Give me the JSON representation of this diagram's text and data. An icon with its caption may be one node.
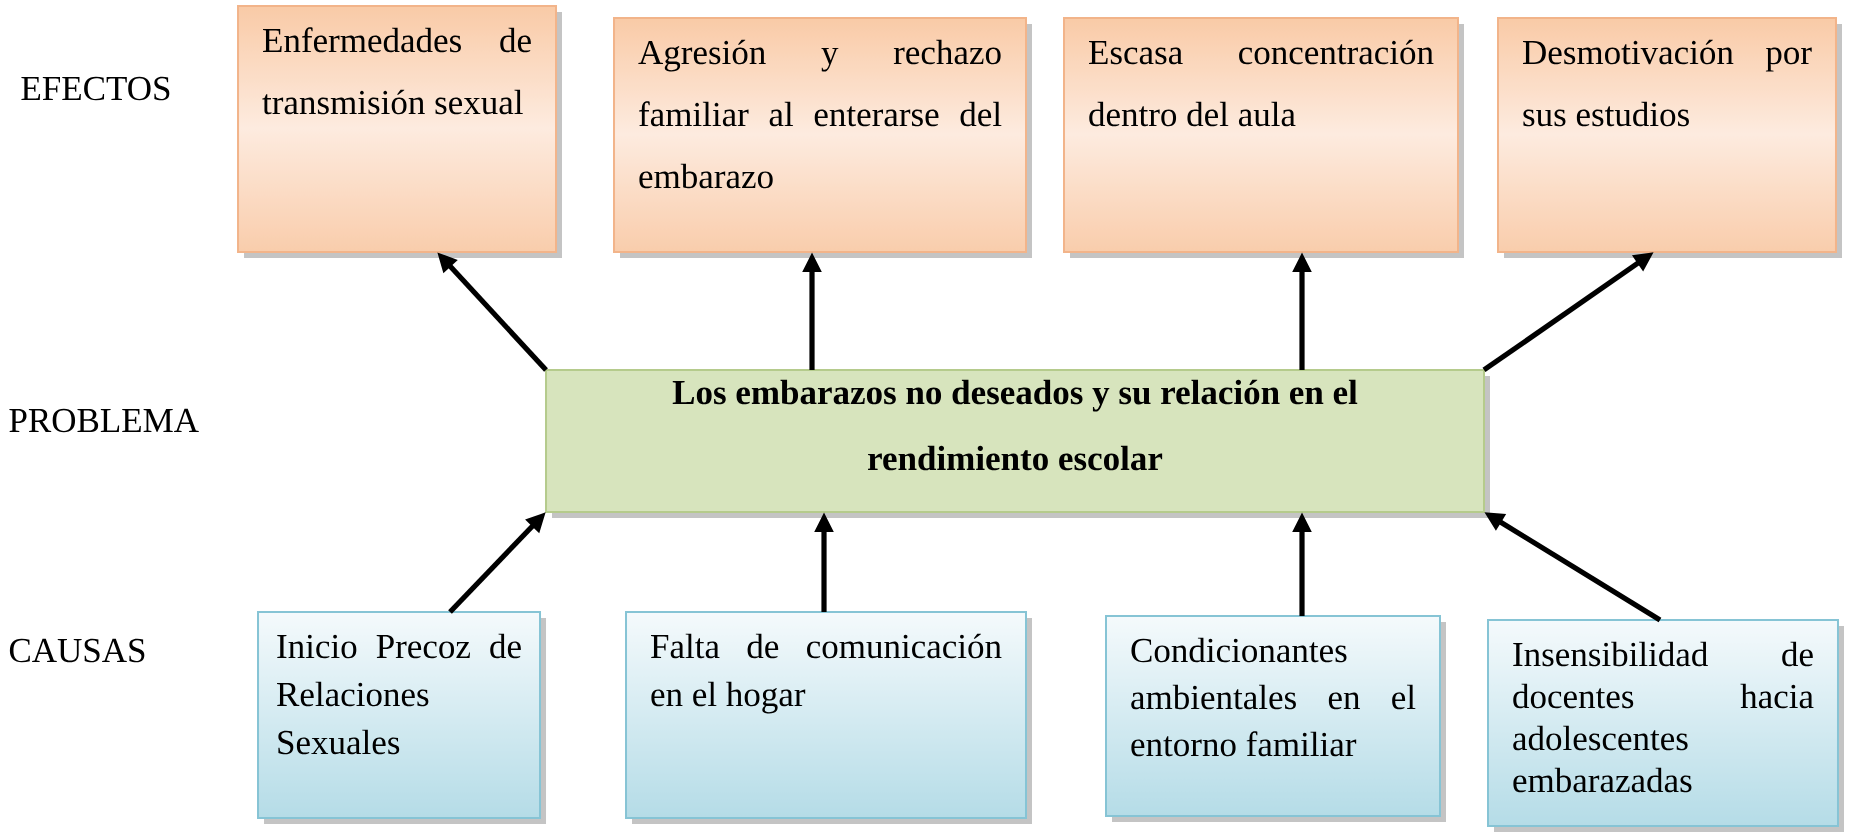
{
  "diagram": {
    "nodes": [
      {
        "text": [
          "Enfermedades de transmisión sexual"
        ]
      },
      {
        "text": [
          "Agresión y rechazo familiar al enterarse del embarazo"
        ]
      },
      {
        "text": [
          "Escasa concentración dentro del aula"
        ]
      },
      {
        "text": [
          "Desmotivación por sus estudios"
        ]
      },
      {
        "text": [
          "Los embarazos no deseados y su relación en el rendimiento escolar"
        ]
      },
      {
        "text": [
          "Inicio Precoz de Relaciones Sexuales"
        ]
      },
      {
        "text": [
          "Falta de comunicación en el hogar"
        ]
      },
      {
        "text": [
          "Condicionantes ambientales en el entorno familiar"
        ]
      },
      {
        "text": [
          "Insensibilidad de docentes hacia adolescentes embarazadas"
        ]
      }
    ],
    "edges": [
      {
        "from": 4,
        "to": 0,
        "arrow": "to"
      },
      {
        "from": 4,
        "to": 1,
        "arrow": "to"
      },
      {
        "from": 4,
        "to": 2,
        "arrow": "to"
      },
      {
        "from": 4,
        "to": 3,
        "arrow": "to"
      },
      {
        "from": 5,
        "to": 4,
        "arrow": "to"
      },
      {
        "from": 6,
        "to": 4,
        "arrow": "to"
      },
      {
        "from": 7,
        "to": 4,
        "arrow": "to"
      },
      {
        "from": 8,
        "to": 4,
        "arrow": "to"
      }
    ],
    "labels": [
      "EFECTOS",
      "PROBLEMA",
      "CAUSAS"
    ]
  }
}
